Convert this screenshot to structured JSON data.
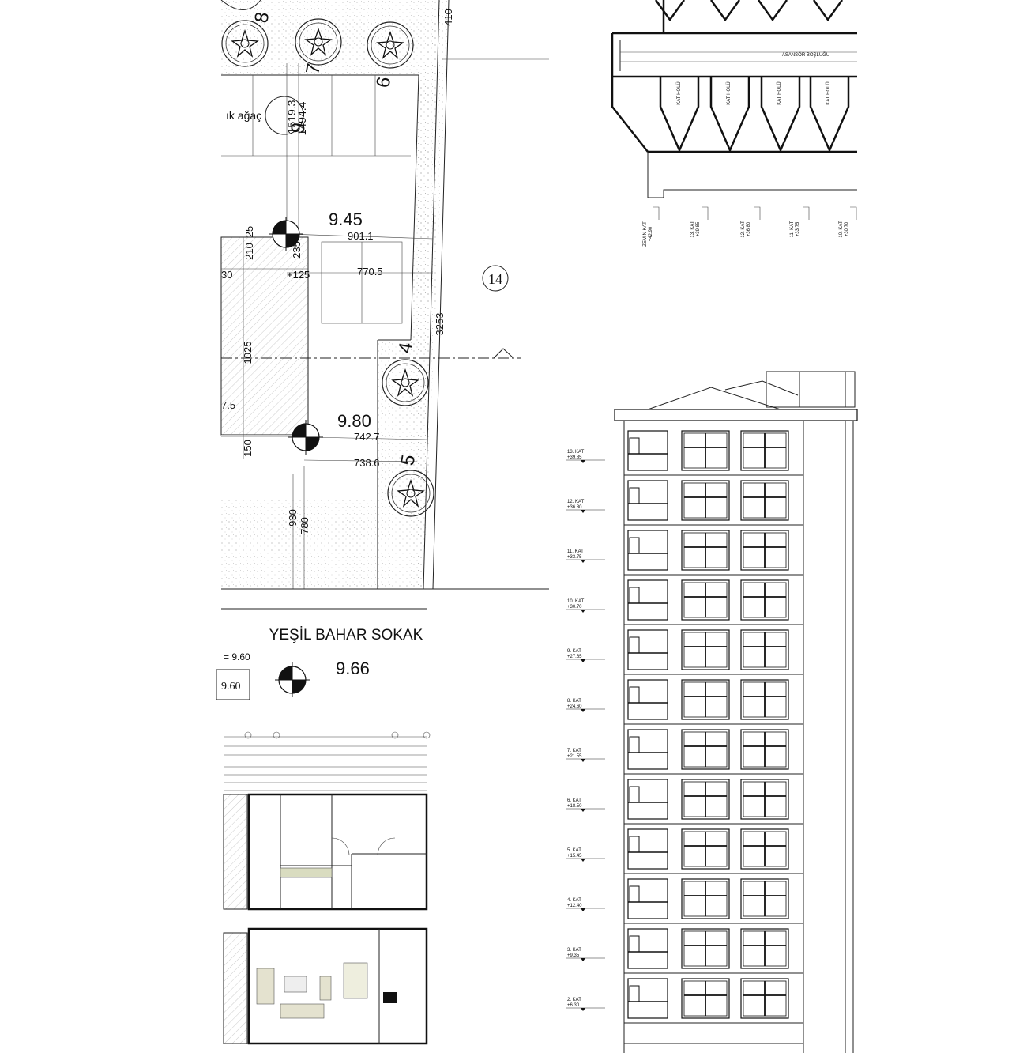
{
  "site_plan": {
    "street_name": "YEŞİL BAHAR SOKAK",
    "tree_label": "ık ağaç",
    "parcel_number": "14",
    "elev_top": "9.45",
    "elev_mid": "9.80",
    "elev_bottom": "9.66",
    "road_level": "= 9.60",
    "road_box": "9.60",
    "dims": {
      "d1519": "1519.3",
      "d1494": "1494.4",
      "d901": "901.1",
      "d770": "770.5",
      "d742": "742.7",
      "d738": "738.6",
      "d3253": "3253",
      "d410": "410",
      "d1025": "1025",
      "d150": "150",
      "d930": "930",
      "d780": "780",
      "d210": "210",
      "d25": "25",
      "d235": "235",
      "d125": "+125",
      "d30": "30",
      "d75": "7.5"
    },
    "tree_numbers": [
      "8",
      "7",
      "9",
      "6",
      "4",
      "5"
    ]
  },
  "section": {
    "elevator_label": "ASANSÖR BOŞLUĞU",
    "hall_label": "KAT HOLÜ",
    "levels": [
      {
        "name": "ZEMİN KAT",
        "value": "+42.90"
      },
      {
        "name": "13. KAT",
        "value": "+39.85"
      },
      {
        "name": "12. KAT",
        "value": "+36.80"
      },
      {
        "name": "11. KAT",
        "value": "+33.75"
      },
      {
        "name": "10. KAT",
        "value": "+30.70"
      }
    ]
  },
  "elevation": {
    "floors": [
      {
        "name": "13. KAT",
        "value": "+39.85"
      },
      {
        "name": "12. KAT",
        "value": "+36.80"
      },
      {
        "name": "11. KAT",
        "value": "+33.75"
      },
      {
        "name": "10. KAT",
        "value": "+30.70"
      },
      {
        "name": "9. KAT",
        "value": "+27.65"
      },
      {
        "name": "8. KAT",
        "value": "+24.60"
      },
      {
        "name": "7. KAT",
        "value": "+21.55"
      },
      {
        "name": "6. KAT",
        "value": "+18.50"
      },
      {
        "name": "5. KAT",
        "value": "+15.45"
      },
      {
        "name": "4. KAT",
        "value": "+12.40"
      },
      {
        "name": "3. KAT",
        "value": "+9.35"
      },
      {
        "name": "2. KAT",
        "value": "+6.30"
      }
    ]
  }
}
